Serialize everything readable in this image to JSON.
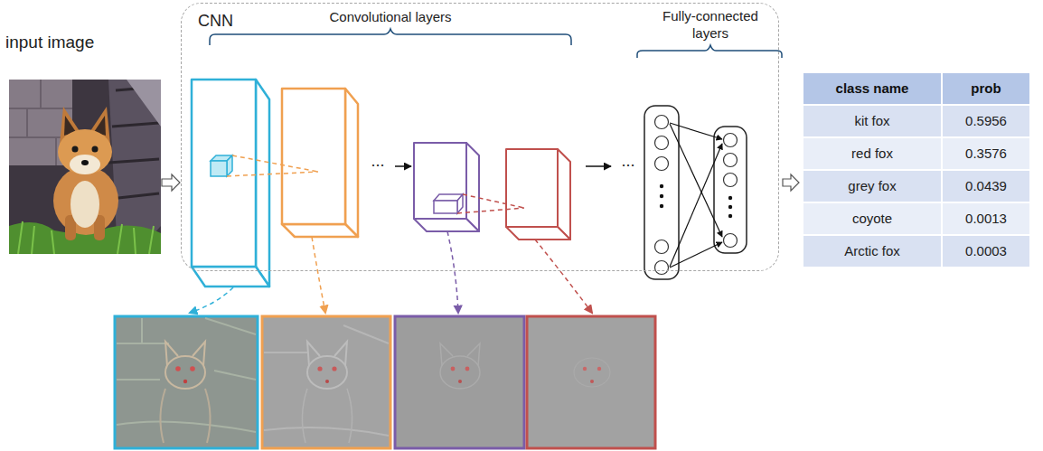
{
  "diagram": {
    "nodes": [
      {
        "text": [
          "input image"
        ]
      },
      {
        "text": [
          "CNN"
        ]
      }
    ],
    "edges": [
      {
        "from": 0,
        "to": 1,
        "arrow": "to"
      }
    ],
    "labels": [
      "Convolutional layers",
      "Fully-connected layers",
      "...",
      "...",
      "class name",
      "prob",
      "kit fox",
      "0.5956",
      "red fox",
      "0.3576",
      "grey fox",
      "0.0439",
      "coyote",
      "0.0013",
      "Arctic fox",
      "0.0003"
    ]
  }
}
